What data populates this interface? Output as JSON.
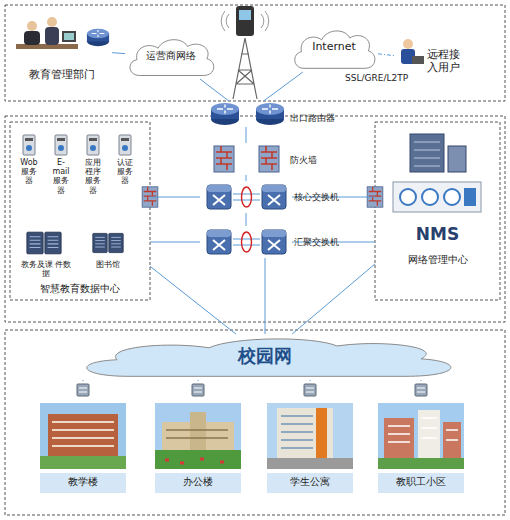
{
  "diagram": {
    "nodes": [
      {
        "text": [
          "教育管理部门"
        ]
      },
      {
        "text": [
          "运营商网络"
        ]
      },
      {
        "text": [
          "Internet"
        ]
      },
      {
        "text": [
          "远程接 入用户"
        ]
      },
      {
        "text": [
          "出口路由器"
        ]
      },
      {
        "text": [
          "智慧教育数据中心"
        ]
      },
      {
        "text": [
          "Wob 服务 器"
        ],
        "in": 5
      },
      {
        "text": [
          "E-mail 服务 器"
        ],
        "in": 5
      },
      {
        "text": [
          "应用 程序 服务 器"
        ],
        "in": 5
      },
      {
        "text": [
          "认证 服务 器"
        ],
        "in": 5
      },
      {
        "text": [
          "教务及课 件数据"
        ],
        "in": 5
      },
      {
        "text": [
          "图书馆"
        ],
        "in": 5
      },
      {
        "text": [
          "防火墙"
        ]
      },
      {
        "text": [
          "核心交换机"
        ]
      },
      {
        "text": [
          "NMS",
          "网络管理中心"
        ]
      },
      {
        "text": [
          "汇聚交换机"
        ]
      },
      {
        "text": [
          "校园网"
        ]
      },
      {
        "text": [
          "教学楼"
        ]
      },
      {
        "text": [
          "办公楼"
        ]
      },
      {
        "text": [
          "学生公寓"
        ]
      },
      {
        "text": [
          "教职工小区"
        ]
      }
    ],
    "edges": [
      {
        "from": 0,
        "to": 1,
        "arrow": "none"
      },
      {
        "from": 1,
        "to": 4,
        "arrow": "none"
      },
      {
        "from": 2,
        "to": 4,
        "arrow": "none"
      },
      {
        "from": 2,
        "to": 3,
        "arrow": "none"
      },
      {
        "from": 4,
        "to": 12,
        "arrow": "none"
      },
      {
        "from": 12,
        "to": 13,
        "arrow": "none"
      },
      {
        "from": 13,
        "to": 15,
        "arrow": "none"
      },
      {
        "from": 5,
        "to": 13,
        "arrow": "none"
      },
      {
        "from": 5,
        "to": 15,
        "arrow": "none"
      },
      {
        "from": 14,
        "to": 13,
        "arrow": "none"
      },
      {
        "from": 14,
        "to": 15,
        "arrow": "none"
      },
      {
        "from": 15,
        "to": 16,
        "arrow": "none"
      },
      {
        "from": 5,
        "to": 16,
        "arrow": "none"
      },
      {
        "from": 14,
        "to": 16,
        "arrow": "none"
      },
      {
        "from": 16,
        "to": 17,
        "arrow": "none"
      },
      {
        "from": 16,
        "to": 18,
        "arrow": "none"
      },
      {
        "from": 16,
        "to": 19,
        "arrow": "none"
      },
      {
        "from": 16,
        "to": 20,
        "arrow": "none"
      }
    ],
    "labels": [
      "SSL/GRE/L2TP"
    ]
  }
}
